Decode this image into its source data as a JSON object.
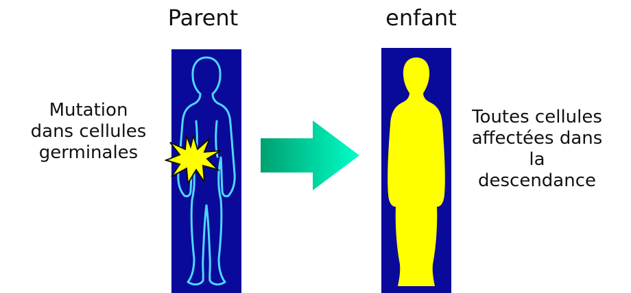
{
  "titles": {
    "parent": "Parent",
    "child": "enfant"
  },
  "left_label": {
    "lines": [
      "Mutation",
      "dans cellules",
      "germinales"
    ]
  },
  "right_label": {
    "lines": [
      "Toutes cellules",
      "affectées dans",
      "la",
      "descendance"
    ]
  },
  "colors": {
    "panel_background": "#0a0a9a",
    "parent_outline": "#4fd7ff",
    "child_silhouette": "#ffff00",
    "mutation_burst": "#ffff00",
    "arrow_start": "#00a070",
    "arrow_end": "#00ffc8"
  },
  "icons": {
    "mutation": "starburst-icon",
    "transmission": "arrow-right-icon"
  }
}
